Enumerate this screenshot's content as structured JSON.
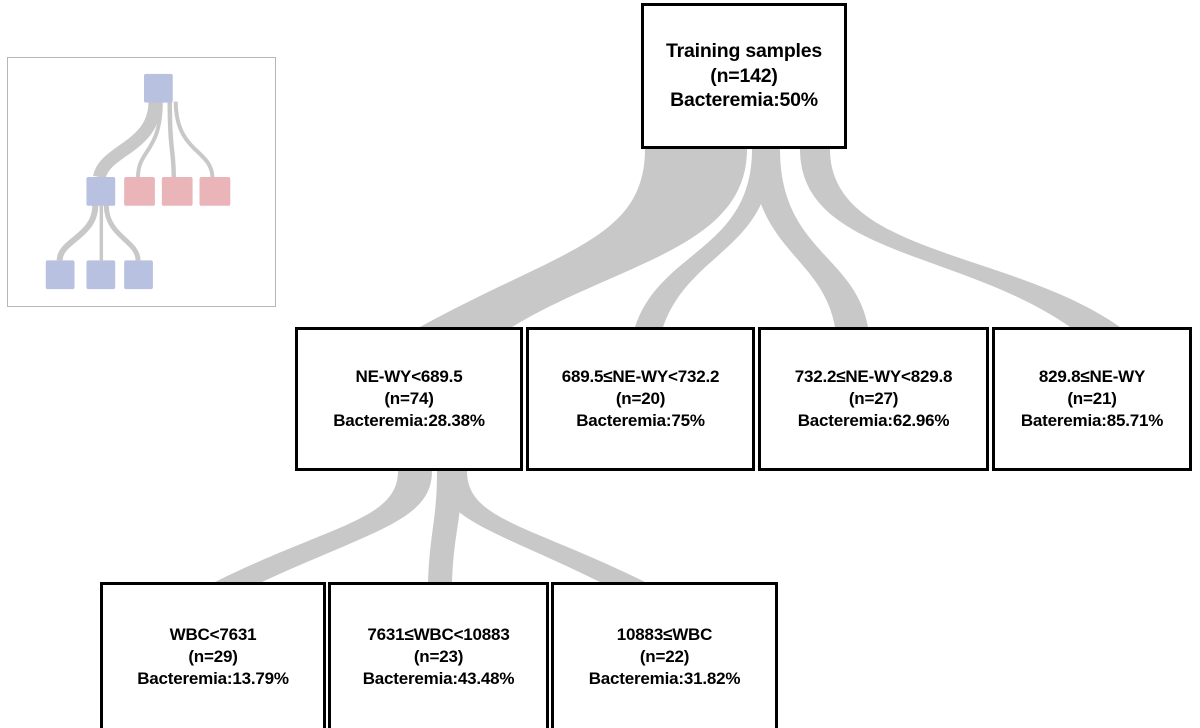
{
  "figure": {
    "type": "decision-tree-diagram",
    "colors": {
      "ribbon": "#c8c8c8",
      "node_border": "#000000",
      "node_fill": "#ffffff",
      "text": "#000000",
      "thumb_blue": "#b9c1e0",
      "thumb_pink": "#e9b5b9",
      "thumb_border": "#b2b6bd",
      "thumb_link": "#c8c8c8"
    }
  },
  "root": {
    "label": "Training samples",
    "count_line": "(n=142)",
    "rate_line": "Bacteremia:50%",
    "n": 142,
    "bacteremia_pct": 50
  },
  "level2": [
    {
      "label": "NE-WY<689.5",
      "count_line": "(n=74)",
      "rate_line": "Bacteremia:28.38%",
      "n": 74,
      "bacteremia_pct": 28.38
    },
    {
      "label": "689.5≤NE-WY<732.2",
      "count_line": "(n=20)",
      "rate_line": "Bacteremia:75%",
      "n": 20,
      "bacteremia_pct": 75
    },
    {
      "label": "732.2≤NE-WY<829.8",
      "count_line": "(n=27)",
      "rate_line": "Bacteremia:62.96%",
      "n": 27,
      "bacteremia_pct": 62.96
    },
    {
      "label": "829.8≤NE-WY",
      "count_line": "(n=21)",
      "rate_line": "Bateremia:85.71%",
      "n": 21,
      "bacteremia_pct": 85.71
    }
  ],
  "level3": [
    {
      "label": "WBC<7631",
      "count_line": "(n=29)",
      "rate_line": "Bacteremia:13.79%",
      "n": 29,
      "bacteremia_pct": 13.79
    },
    {
      "label": "7631≤WBC<10883",
      "count_line": "(n=23)",
      "rate_line": "Bacteremia:43.48%",
      "n": 23,
      "bacteremia_pct": 43.48
    },
    {
      "label": "10883≤WBC",
      "count_line": "(n=22)",
      "rate_line": "Bacteremia:31.82%",
      "n": 22,
      "bacteremia_pct": 31.82
    }
  ],
  "thumbnail": {
    "name": "tree-overview-thumbnail",
    "root_node": "blue",
    "level2_nodes": [
      "blue",
      "pink",
      "pink",
      "pink"
    ],
    "level3_nodes": [
      "blue",
      "blue",
      "blue"
    ]
  }
}
